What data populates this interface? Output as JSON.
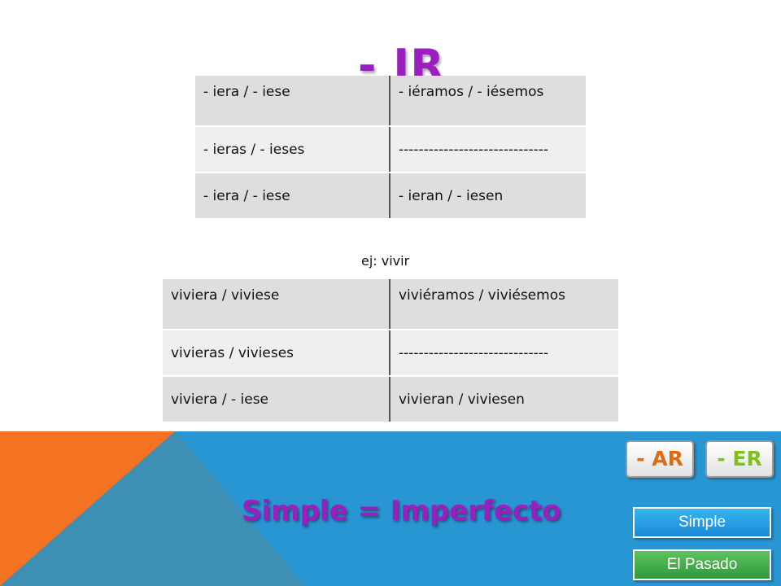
{
  "title": "- IR",
  "endings_table": {
    "rows": [
      [
        "- iera / - iese",
        "- iéramos / - iésemos"
      ],
      [
        "- ieras / - ieses",
        "------------------------------"
      ],
      [
        "- iera / - iese",
        "- ieran / - iesen"
      ]
    ]
  },
  "example_label": "ej: vivir",
  "example_table": {
    "rows": [
      [
        "viviera / viviese",
        "viviéramos / viviésemos"
      ],
      [
        "vivieras / vivieses",
        "------------------------------"
      ],
      [
        "viviera / - iese",
        "vivieran / viviesen"
      ]
    ]
  },
  "slogan": "Simple = Imperfecto",
  "buttons": {
    "ar": "- AR",
    "er": "- ER",
    "simple": "Simple",
    "pasado": "El Pasado"
  },
  "colors": {
    "title": "#9b1fbf",
    "band_blue": "#2996d4",
    "orange": "#f47322",
    "ar": "#e06a10",
    "er": "#7cc21b"
  }
}
